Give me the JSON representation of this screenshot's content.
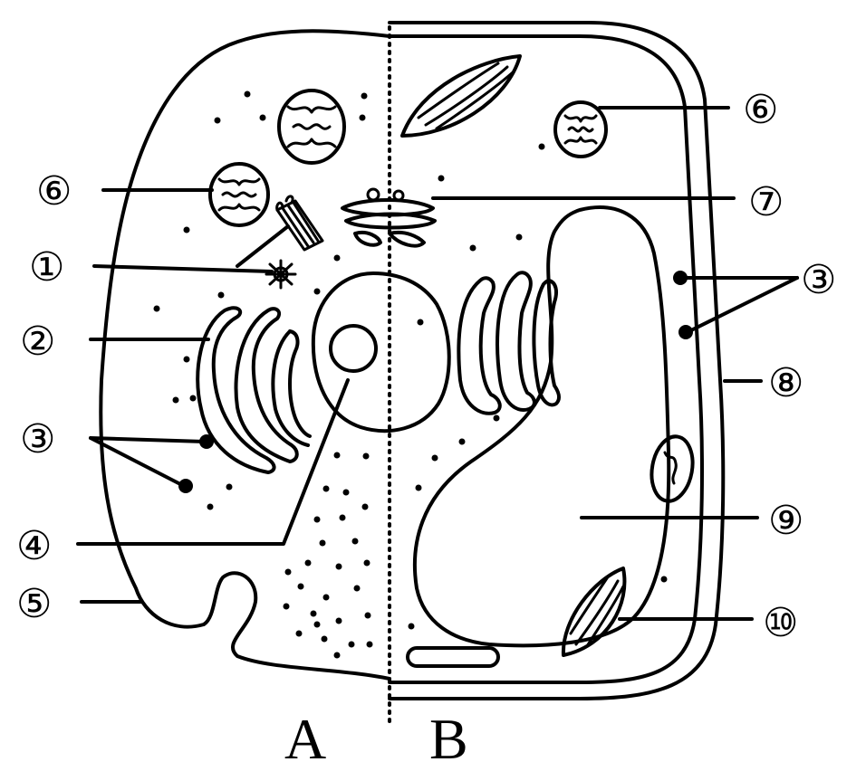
{
  "labels": {
    "l1": "①",
    "l2": "②",
    "l3_left": "③",
    "l3_right": "③",
    "l4": "④",
    "l5": "⑤",
    "l6_left": "⑥",
    "l6_right": "⑥",
    "l7": "⑦",
    "l8": "⑧",
    "l9": "⑨",
    "l10": "⑩"
  },
  "sides": {
    "a": "A",
    "b": "B"
  },
  "colors": {
    "line": "#000000",
    "background": "#ffffff"
  }
}
